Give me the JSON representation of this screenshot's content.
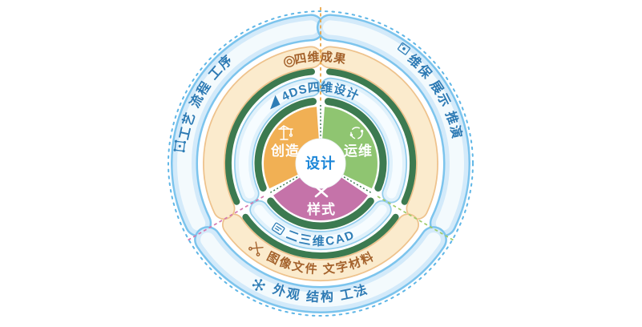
{
  "diagram": {
    "center": {
      "label": "设计"
    },
    "pie": {
      "segments": [
        {
          "label": "创造",
          "icon": "crane-icon",
          "color": "#f1b054"
        },
        {
          "label": "运维",
          "icon": "sync-loop-icon",
          "color": "#8fc571"
        },
        {
          "label": "样式",
          "icon": "pen-cross-icon",
          "color": "#c573a9"
        }
      ]
    },
    "ring_tools": {
      "top": {
        "icon": "flag-4d-icon",
        "label": "4DS四维设计"
      },
      "bottom": {
        "icon": "cad-icon",
        "label": "二三维CAD"
      }
    },
    "ring_outputs": {
      "top": {
        "icon": "seal-icon",
        "label": "四维成果"
      },
      "bottom": {
        "icon": "scissors-icon",
        "label": "图像文件 文字材料"
      }
    },
    "ring_outer": {
      "left": {
        "icon": "workflow-icon",
        "label": "工艺 流程 工序"
      },
      "right": {
        "icon": "monitor-icon",
        "label": "维保 展示 推演"
      },
      "bottom": {
        "icon": "node-star-icon",
        "label": "外观 结构 工法"
      }
    },
    "colors": {
      "blue_text": "#2d7ab4",
      "brown_text": "#a4622c",
      "dark_green": "#3c7a50",
      "orange": "#f1b054",
      "green": "#8fc571",
      "pink": "#c573a9",
      "cream_band": "#fbebcd",
      "light_blue_band": "#d3eafa",
      "dashed_circle_blue": "#5fb6e6",
      "divider_orange": "#e9a341",
      "divider_pink": "#d478ae",
      "divider_green": "#9dcb6a",
      "center_label_blue": "#1d87d8"
    }
  }
}
